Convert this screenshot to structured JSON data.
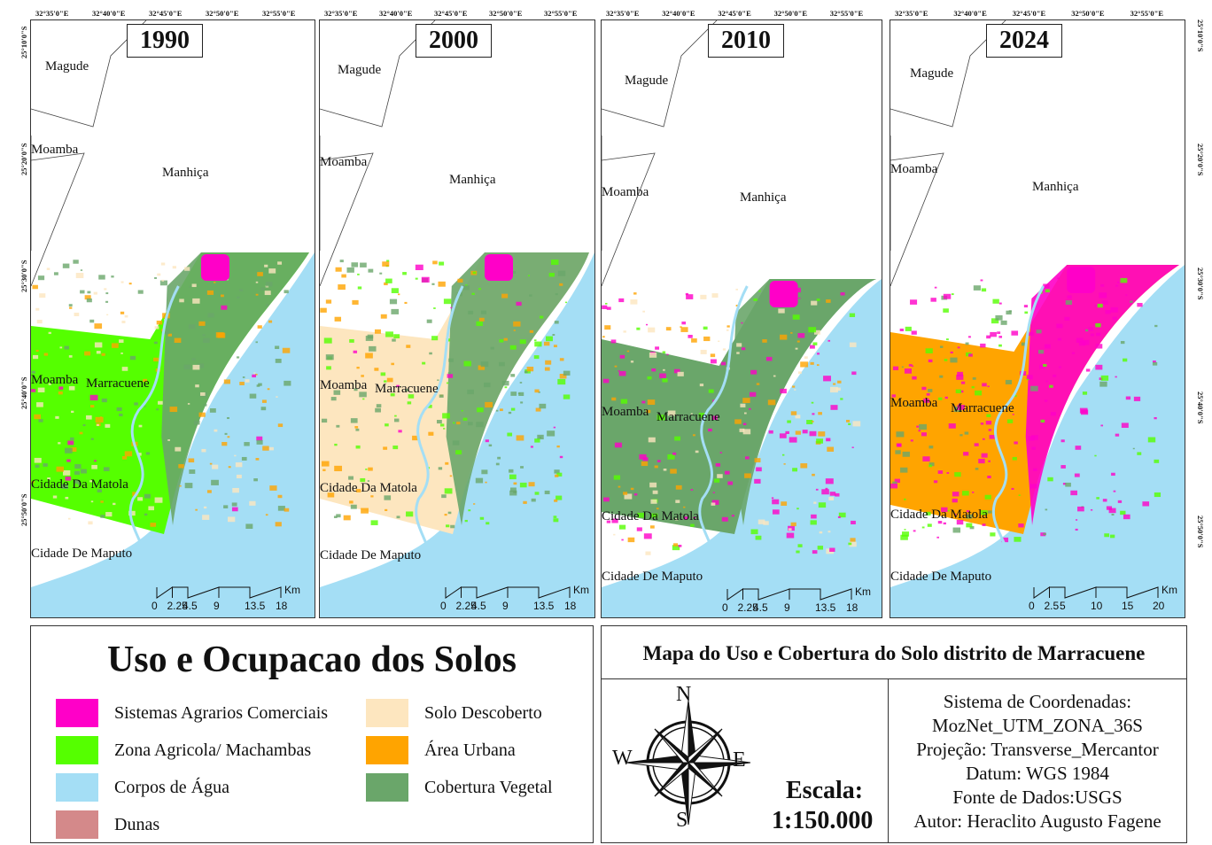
{
  "panels": [
    {
      "year": "1990",
      "places": [
        "Magude",
        "Moamba",
        "Manhiça",
        "Moamba",
        "Marracuene",
        "Cidade Da Matola",
        "Cidade De Maputo"
      ],
      "coords_top": [
        "32°35'0\"E",
        "32°40'0\"E",
        "32°45'0\"E",
        "32°50'0\"E",
        "32°55'0\"E"
      ],
      "coords_left": [
        "25°10'0\"S",
        "25°20'0\"S",
        "25°30'0\"S",
        "25°40'0\"S",
        "25°50'0\"S"
      ],
      "scale": {
        "labels": [
          "0",
          "2.25",
          "4.5",
          "9",
          "13.5",
          "18"
        ],
        "unit": "Km"
      }
    },
    {
      "year": "2000",
      "places": [
        "Magude",
        "Moamba",
        "Manhiça",
        "Moamba",
        "Marracuene",
        "Cidade Da Matola",
        "Cidade De Maputo"
      ],
      "coords_top": [
        "32°35'0\"E",
        "32°40'0\"E",
        "32°45'0\"E",
        "32°50'0\"E",
        "32°55'0\"E"
      ],
      "scale": {
        "labels": [
          "0",
          "2.25",
          "4.5",
          "9",
          "13.5",
          "18"
        ],
        "unit": "Km"
      }
    },
    {
      "year": "2010",
      "places": [
        "Magude",
        "Moamba",
        "Manhiça",
        "Moamba",
        "Marracuene",
        "Cidade Da Matola",
        "Cidade De Maputo"
      ],
      "coords_top": [
        "32°35'0\"E",
        "32°40'0\"E",
        "32°45'0\"E",
        "32°50'0\"E",
        "32°55'0\"E"
      ],
      "scale": {
        "labels": [
          "0",
          "2.25",
          "4.5",
          "9",
          "13.5",
          "18"
        ],
        "unit": "Km"
      }
    },
    {
      "year": "2024",
      "places": [
        "Magude",
        "Moamba",
        "Manhiça",
        "Moamba",
        "Marracuene",
        "Cidade Da Matola",
        "Cidade De Maputo"
      ],
      "coords_top": [
        "32°35'0\"E",
        "32°40'0\"E",
        "32°45'0\"E",
        "32°50'0\"E",
        "32°55'0\"E"
      ],
      "coords_right": [
        "25°10'0\"S",
        "25°20'0\"S",
        "25°30'0\"S",
        "25°40'0\"S",
        "25°50'0\"S"
      ],
      "scale": {
        "labels": [
          "0",
          "2.5",
          "5",
          "10",
          "15",
          "20"
        ],
        "unit": "Km"
      }
    }
  ],
  "legend": {
    "title": "Uso e Ocupacao dos Solos",
    "items": [
      {
        "label": "Sistemas Agrarios Comerciais",
        "color": "#ff00c8"
      },
      {
        "label": "Zona Agricola/ Machambas",
        "color": "#55ff00"
      },
      {
        "label": "Corpos de Água",
        "color": "#a4def5"
      },
      {
        "label": "Dunas",
        "color": "#d4898a"
      },
      {
        "label": "Solo Descoberto",
        "color": "#fde6bf"
      },
      {
        "label": "Área Urbana",
        "color": "#ffa400"
      },
      {
        "label": "Cobertura Vegetal",
        "color": "#6aa66a"
      }
    ]
  },
  "info": {
    "title": "Mapa do Uso e Cobertura do Solo distrito de Marracuene",
    "compass": {
      "n": "N",
      "s": "S",
      "e": "E",
      "w": "W"
    },
    "scale_label": "Escala:",
    "scale_value": "1:150.000",
    "lines": [
      "Sistema de Coordenadas:",
      "MozNet_UTM_ZONA_36S",
      "Projeção: Transverse_Mercantor",
      "Datum: WGS 1984",
      "Fonte de Dados:USGS",
      "Autor: Heraclito Augusto Fagene"
    ]
  }
}
